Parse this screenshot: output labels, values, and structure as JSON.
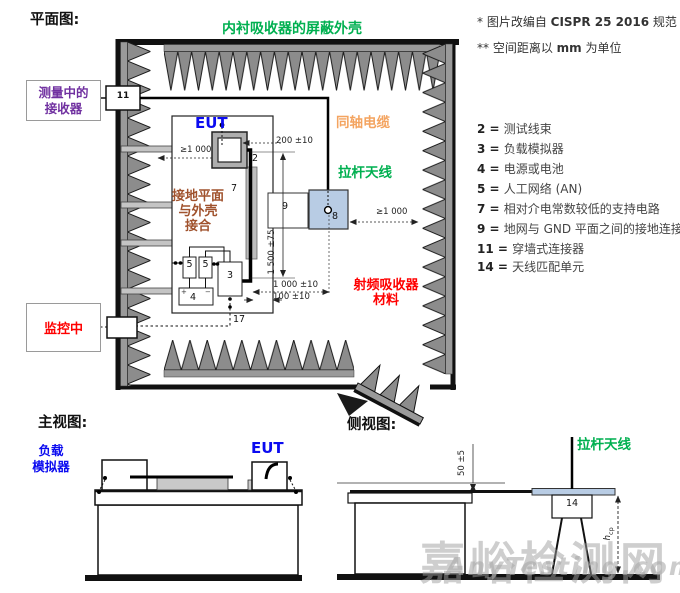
{
  "plan": {
    "title": "平面图:",
    "chamber_title": "内衬吸收器的屏蔽外壳",
    "receiver_line1": "测量中的",
    "receiver_line2": "接收器",
    "monitor": "监控中",
    "eut": "EUT",
    "coax_label": "同轴电缆",
    "rod_label": "拉杆天线",
    "bond_line1": "接地平面",
    "bond_line2": "与外壳",
    "bond_line3": "接合",
    "rf_line1": "射频吸收器",
    "rf_line2": "材料",
    "n11": "11",
    "n2": "2",
    "n7": "7",
    "n9": "9",
    "n8": "8",
    "n5": "5",
    "n3": "3",
    "n4": "4",
    "n17": "17",
    "plus": "+",
    "minus": "−",
    "dim_left": "≥1 000",
    "dim_200": "200 ±10",
    "dim_1500": "1 500 ±75",
    "dim_1000": "1 000 ±10",
    "dim_100": "100 ±10",
    "dim_right": "≥1 000"
  },
  "notes": {
    "n1_prefix": "* 图片改编自 ",
    "n1_strong": "CISPR 25 2016",
    "n1_suffix": " 规范",
    "n2_prefix": "** 空间距离以 ",
    "n2_strong": "mm",
    "n2_suffix": " 为单位"
  },
  "legend_sep": " = ",
  "legend": [
    {
      "num": "2",
      "label": "测试线束"
    },
    {
      "num": "3",
      "label": "负载模拟器"
    },
    {
      "num": "4",
      "label": "电源或电池"
    },
    {
      "num": "5",
      "label": "人工网络 (AN)"
    },
    {
      "num": "7",
      "label": "相对介电常数较低的支持电路"
    },
    {
      "num": "9",
      "label": "地网与 GND 平面之间的接地连接"
    },
    {
      "num": "11",
      "label": "穿墙式连接器"
    },
    {
      "num": "14",
      "label": "天线匹配单元"
    }
  ],
  "front": {
    "title": "主视图:",
    "load_line1": "负载",
    "load_line2": "模拟器",
    "eut": "EUT"
  },
  "side": {
    "title": "侧视图:",
    "rod_label": "拉杆天线",
    "n14": "14",
    "dim_50": "50 ±5",
    "hcp_main": "h",
    "hcp_sub": "cp"
  },
  "watermark": {
    "cn": "嘉峪检测网",
    "en": "AnyTesting.com"
  },
  "colors": {
    "green": "#00B050",
    "blue": "#0b0bf0",
    "purple": "#7030A0",
    "red": "#FF0000",
    "brown": "#A0522D",
    "orange": "#F4A460",
    "panel_blue": "#B8CCE4",
    "absorber_gray": "#8c8c8c"
  }
}
